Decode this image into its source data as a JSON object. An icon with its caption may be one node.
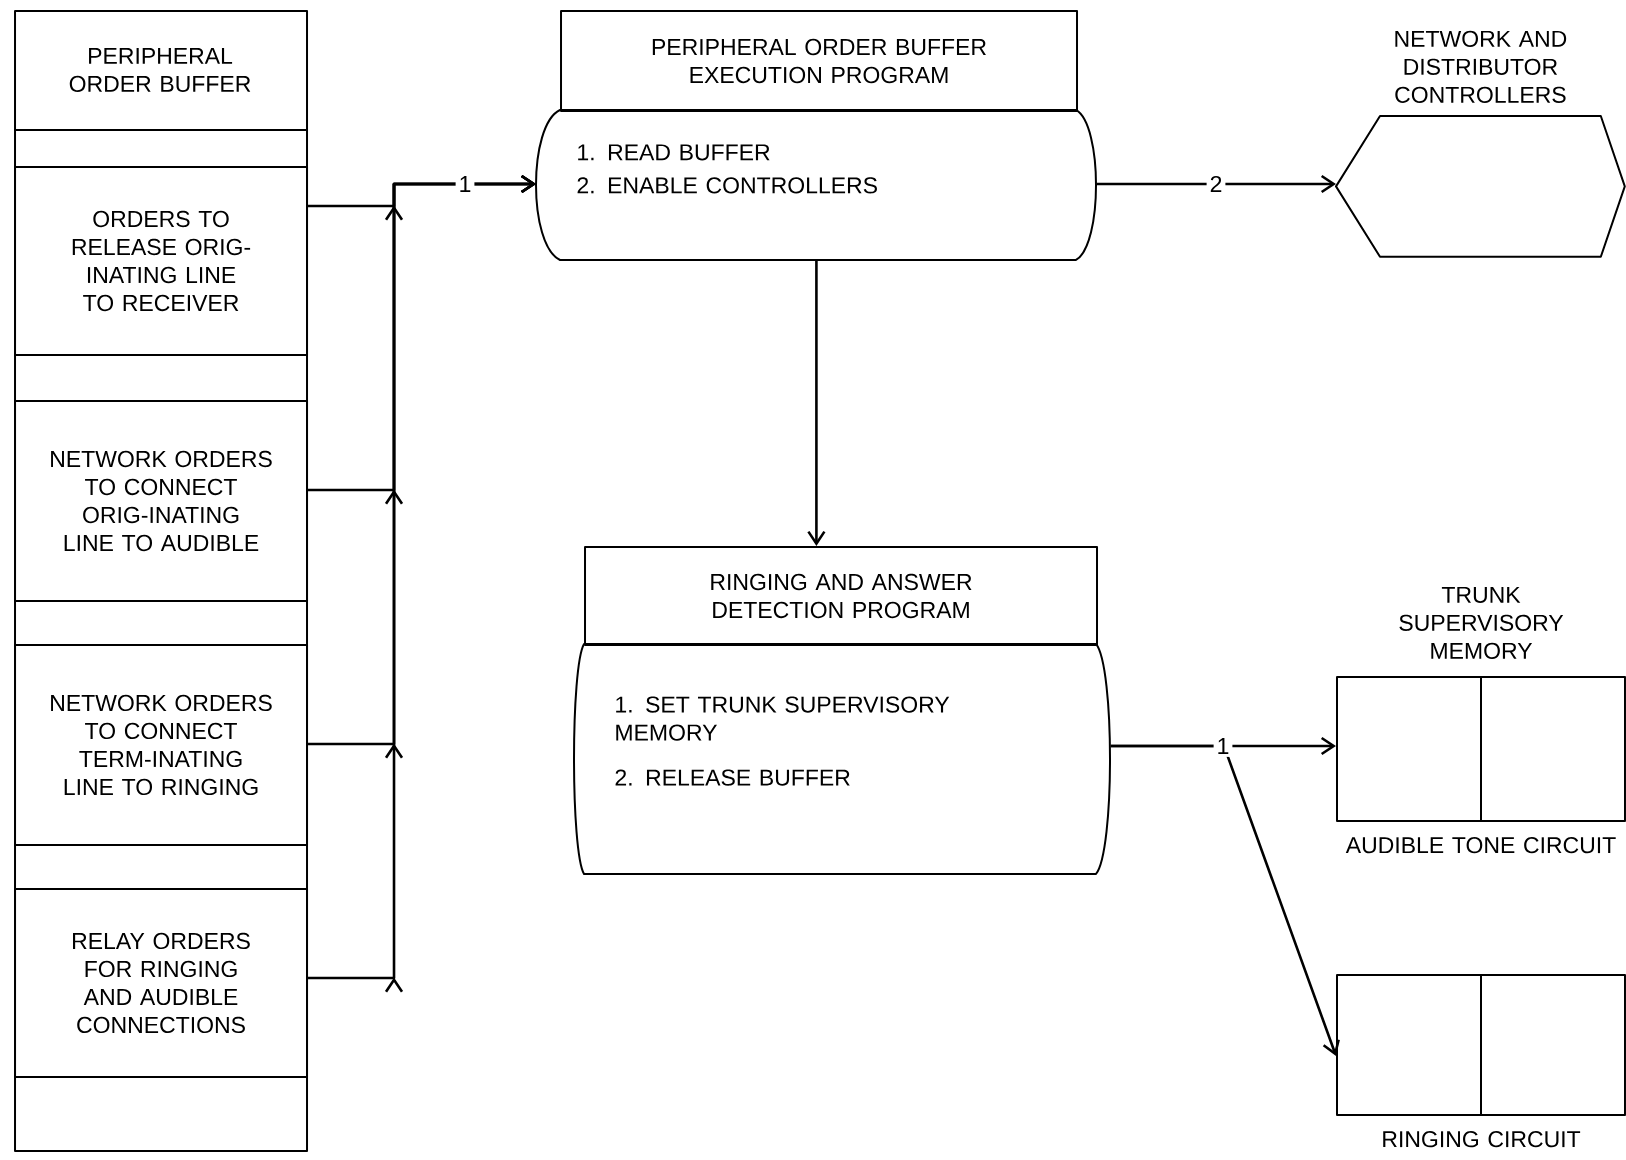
{
  "diagram": {
    "nodes": [
      {
        "text": [
          "PERIPHERAL ORDER BUFFER"
        ]
      },
      {
        "text": [
          "ORDERS TO RELEASE ORIG-INATING LINE TO RECEIVER"
        ],
        "in": 0
      },
      {
        "text": [
          "NETWORK ORDERS TO CONNECT ORIG-INATING LINE TO AUDIBLE"
        ],
        "in": 0
      },
      {
        "text": [
          "NETWORK ORDERS TO CONNECT TERM-INATING LINE TO RINGING"
        ],
        "in": 0
      },
      {
        "text": [
          "RELAY ORDERS FOR RINGING AND AUDIBLE CONNECTIONS"
        ],
        "in": 0
      },
      {
        "text": [
          "PERIPHERAL ORDER BUFFER EXECUTION PROGRAM",
          "1. READ BUFFER",
          "2. ENABLE CONTROLLERS"
        ]
      },
      {
        "text": [
          "NETWORK AND DISTRIBUTOR CONTROLLERS"
        ]
      },
      {
        "text": [
          "RINGING AND ANSWER DETECTION PROGRAM",
          "1. SET TRUNK SUPERVISORY MEMORY",
          "2. RELEASE BUFFER"
        ]
      },
      {
        "text": [
          "TRUNK SUPERVISORY MEMORY"
        ],
        "beside": [
          "AUDIBLE TONE CIRCUIT"
        ]
      },
      {
        "text": [],
        "shape": "box",
        "beside": [
          "RINGING CIRCUIT"
        ]
      }
    ],
    "edges": [
      {
        "from": 1,
        "to": 5,
        "arrow": "to",
        "label": "1"
      },
      {
        "from": 2,
        "to": 5,
        "arrow": "to"
      },
      {
        "from": 3,
        "to": 5,
        "arrow": "to"
      },
      {
        "from": 4,
        "to": 5,
        "arrow": "to"
      },
      {
        "from": 5,
        "to": 6,
        "arrow": "to",
        "label": "2"
      },
      {
        "from": 5,
        "to": 7,
        "arrow": "to"
      },
      {
        "from": 7,
        "to": 8,
        "arrow": "to",
        "label": "1"
      },
      {
        "from": 7,
        "to": 9,
        "arrow": "to"
      }
    ]
  }
}
